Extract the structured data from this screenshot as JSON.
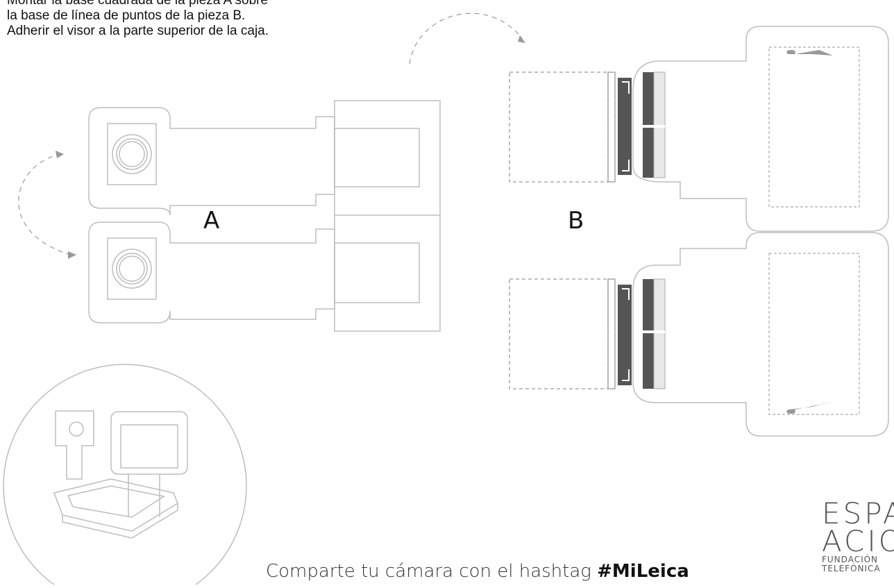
{
  "instructions": {
    "line1": "Montar la base cuadrada de la pieza A sobre",
    "line2": "la base de línea de puntos de la pieza B.",
    "line3": "Adherir el visor a la parte superior de la caja."
  },
  "labels": {
    "a": "A",
    "b": "B"
  },
  "footer": {
    "prefix": "Comparte tu cámara con el hashtag ",
    "hashtag": "#MiLeica"
  },
  "logo": {
    "line1": "ESPA",
    "line2": "ACIO",
    "line3": "FUNDACIÓN",
    "line4": "TELEFÓNICA"
  },
  "colors": {
    "line": "#bdbdbd",
    "dark": "#555555",
    "dashed": "#999999"
  }
}
